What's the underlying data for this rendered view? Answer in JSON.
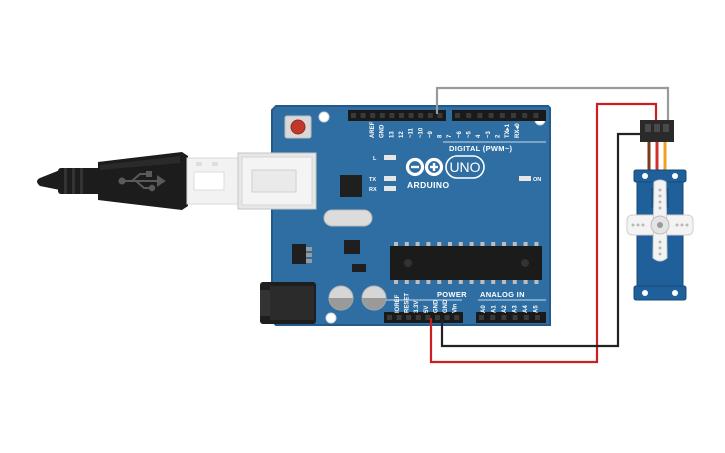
{
  "board": {
    "brand_text": "ARDUINO",
    "model_text": "UNO",
    "digital_header_label": "DIGITAL (PWM~)",
    "power_header_label": "POWER",
    "analog_header_label": "ANALOG IN",
    "on_label": "ON",
    "led_labels": {
      "l": "L",
      "tx": "TX",
      "rx": "RX"
    },
    "digital_pins": [
      "AREF",
      "GND",
      "13",
      "12",
      "~11",
      "~10",
      "~9",
      "8",
      "7",
      "~6",
      "~5",
      "4",
      "~3",
      "2",
      "TX▸1",
      "RX◂0"
    ],
    "power_pins": [
      "IOREF",
      "RESET",
      "3.3V",
      "5V",
      "GND",
      "GND",
      "Vin"
    ],
    "analog_pins": [
      "A0",
      "A1",
      "A2",
      "A3",
      "A4",
      "A5"
    ]
  },
  "colors": {
    "board_blue": "#2f6ea3",
    "board_edge": "#255a88",
    "wire_red": "#cc1f1f",
    "wire_black": "#222222",
    "wire_gray": "#9a9a9a",
    "servo_blue": "#1f5f9a",
    "usb_black": "#1c1c1c"
  }
}
